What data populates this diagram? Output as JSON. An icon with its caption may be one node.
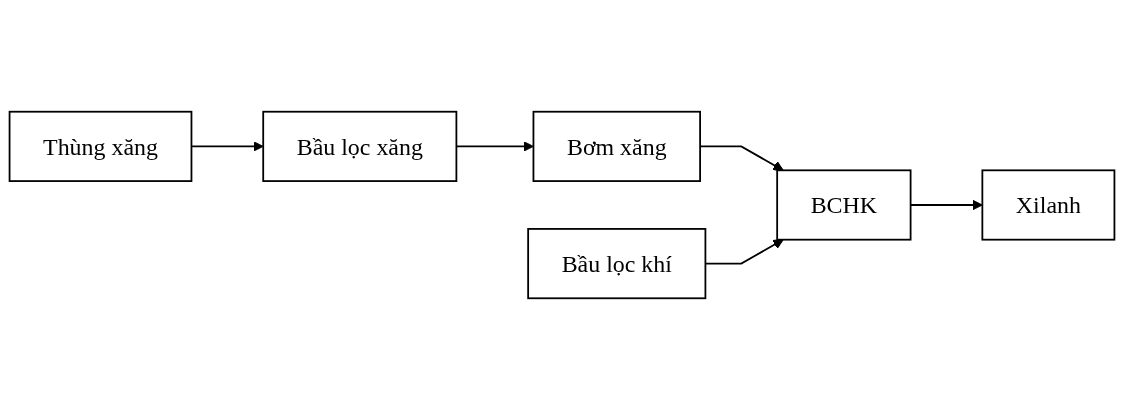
{
  "diagram": {
    "nodes": [
      {
        "text": [
          "Thùng xăng"
        ]
      },
      {
        "text": [
          "Bầu lọc xăng"
        ]
      },
      {
        "text": [
          "Bơm xăng"
        ]
      },
      {
        "text": [
          "Bầu lọc khí"
        ]
      },
      {
        "text": [
          "BCHK"
        ]
      },
      {
        "text": [
          "Xilanh"
        ]
      }
    ],
    "edges": [
      {
        "from": 0,
        "to": 1,
        "arrow": "to"
      },
      {
        "from": 1,
        "to": 2,
        "arrow": "to"
      },
      {
        "from": 2,
        "to": 4,
        "arrow": "to"
      },
      {
        "from": 3,
        "to": 4,
        "arrow": "to"
      },
      {
        "from": 4,
        "to": 5,
        "arrow": "to"
      }
    ]
  }
}
